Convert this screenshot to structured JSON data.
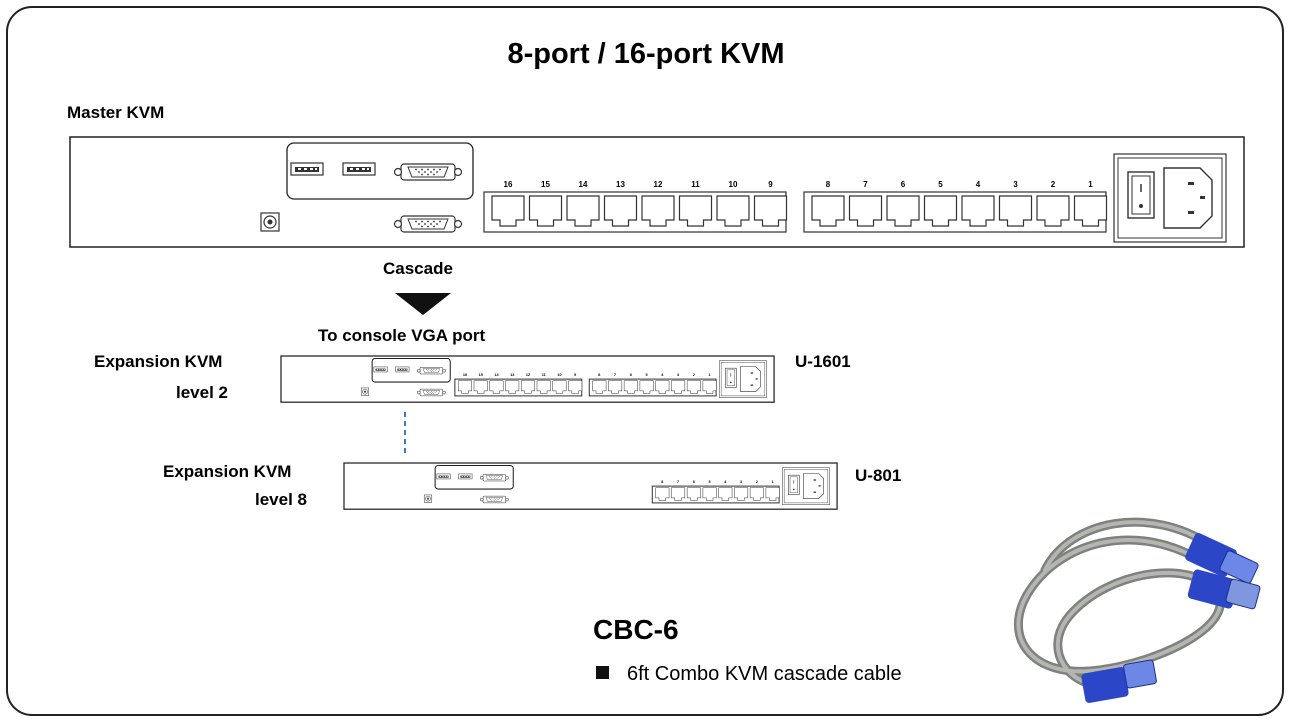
{
  "title": "8-port / 16-port KVM",
  "master": {
    "label": "Master KVM",
    "port_numbers_left": [
      "16",
      "15",
      "14",
      "13",
      "12",
      "11",
      "10",
      "9"
    ],
    "port_numbers_right": [
      "8",
      "7",
      "6",
      "5",
      "4",
      "3",
      "2",
      "1"
    ]
  },
  "cascade": {
    "label": "Cascade",
    "target_label": "To console VGA port"
  },
  "expansion_level2": {
    "line1": "Expansion KVM",
    "line2": "level 2",
    "model": "U-1601",
    "port_numbers": [
      "16",
      "15",
      "14",
      "13",
      "12",
      "11",
      "10",
      "9",
      "8",
      "7",
      "6",
      "5",
      "4",
      "3",
      "2",
      "1"
    ]
  },
  "expansion_level8": {
    "line1": "Expansion KVM",
    "line2": "level 8",
    "model": "U-801",
    "port_numbers": [
      "8",
      "7",
      "6",
      "5",
      "4",
      "3",
      "2",
      "1"
    ]
  },
  "cable": {
    "name": "CBC-6",
    "description": "6ft Combo KVM cascade cable"
  },
  "colors": {
    "dotted_link": "#3a7ec2",
    "cable_body": "#9a9d98",
    "cable_connector": "#2b47c7"
  }
}
